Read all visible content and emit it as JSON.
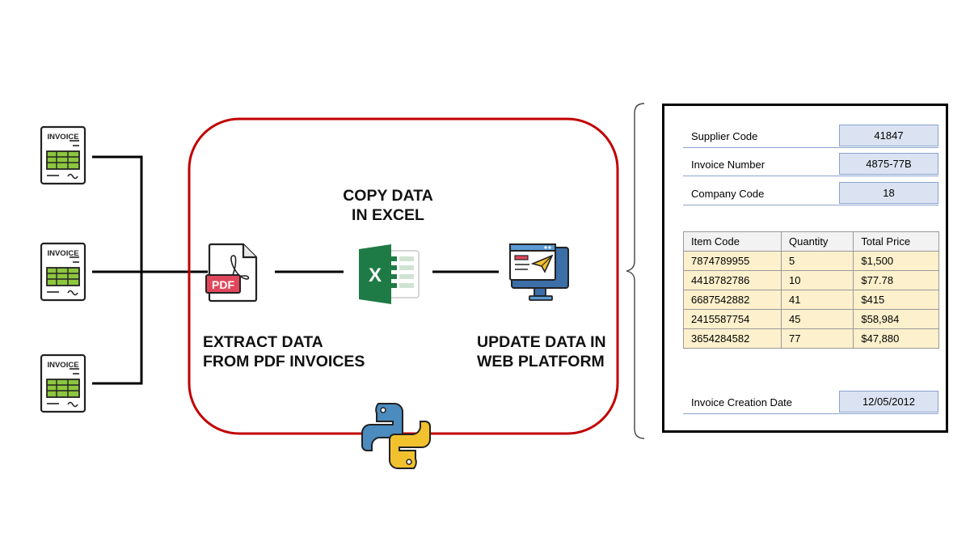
{
  "invoice_icon_text": "INVOICE",
  "steps": {
    "extract": [
      "EXTRACT DATA",
      "FROM PDF INVOICES"
    ],
    "copy": [
      "COPY DATA",
      "IN EXCEL"
    ],
    "update": [
      "UPDATE DATA IN",
      "WEB PLATFORM"
    ]
  },
  "pdf_icon_text": "PDF",
  "excel_icon_text": "X",
  "form": {
    "supplier_code": {
      "label": "Supplier  Code",
      "value": "41847"
    },
    "invoice_number": {
      "label": "Invoice Number",
      "value": "4875-77B"
    },
    "company_code": {
      "label": "Company Code",
      "value": "18"
    },
    "items": {
      "headers": [
        "Item Code",
        "Quantity",
        "Total Price"
      ],
      "rows": [
        [
          "7874789955",
          "5",
          "$1,500"
        ],
        [
          "4418782786",
          "10",
          "$77.78"
        ],
        [
          "6687542882",
          "41",
          "$415"
        ],
        [
          "2415587754",
          "45",
          "$58,984"
        ],
        [
          "3654284582",
          "77",
          "$47,880"
        ]
      ]
    },
    "creation_date": {
      "label": "Invoice Creation Date",
      "value": "12/05/2012"
    }
  },
  "colors": {
    "process_border": "#c00000",
    "invoice_green": "#8dc63f",
    "pdf_red": "#e0475b",
    "excel_green": "#1e7b45",
    "python_blue": "#4b8bbe",
    "python_yellow": "#f2c12e",
    "field_fill": "#dbe3f3",
    "table_fill": "#fdf0cc"
  }
}
